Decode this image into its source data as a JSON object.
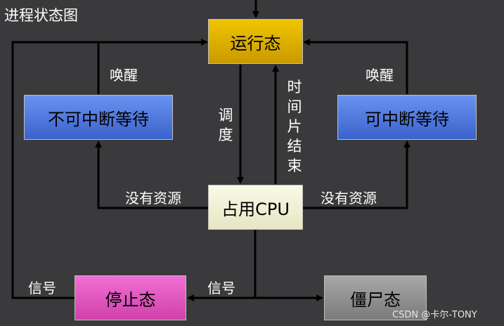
{
  "title": "进程状态图",
  "states": {
    "running": "运行态",
    "uninterruptible_wait": "不可中断等待",
    "interruptible_wait": "可中断等待",
    "occupy_cpu": "占用CPU",
    "stopped": "停止态",
    "zombie": "僵尸态"
  },
  "labels": {
    "wake_left": "唤醒",
    "wake_right": "唤醒",
    "schedule": "调度",
    "time_slice_end": "时间片结束",
    "no_resource_left": "没有资源",
    "no_resource_right": "没有资源",
    "signal_left": "信号",
    "signal_mid": "信号"
  },
  "colors": {
    "running": "#e2b600",
    "wait": "#4c78e0",
    "cpu": "#f2f2d6",
    "stopped": "#e850c0",
    "zombie": "#8c8c8c"
  },
  "watermark": "CSDN @卡尔-TONY"
}
